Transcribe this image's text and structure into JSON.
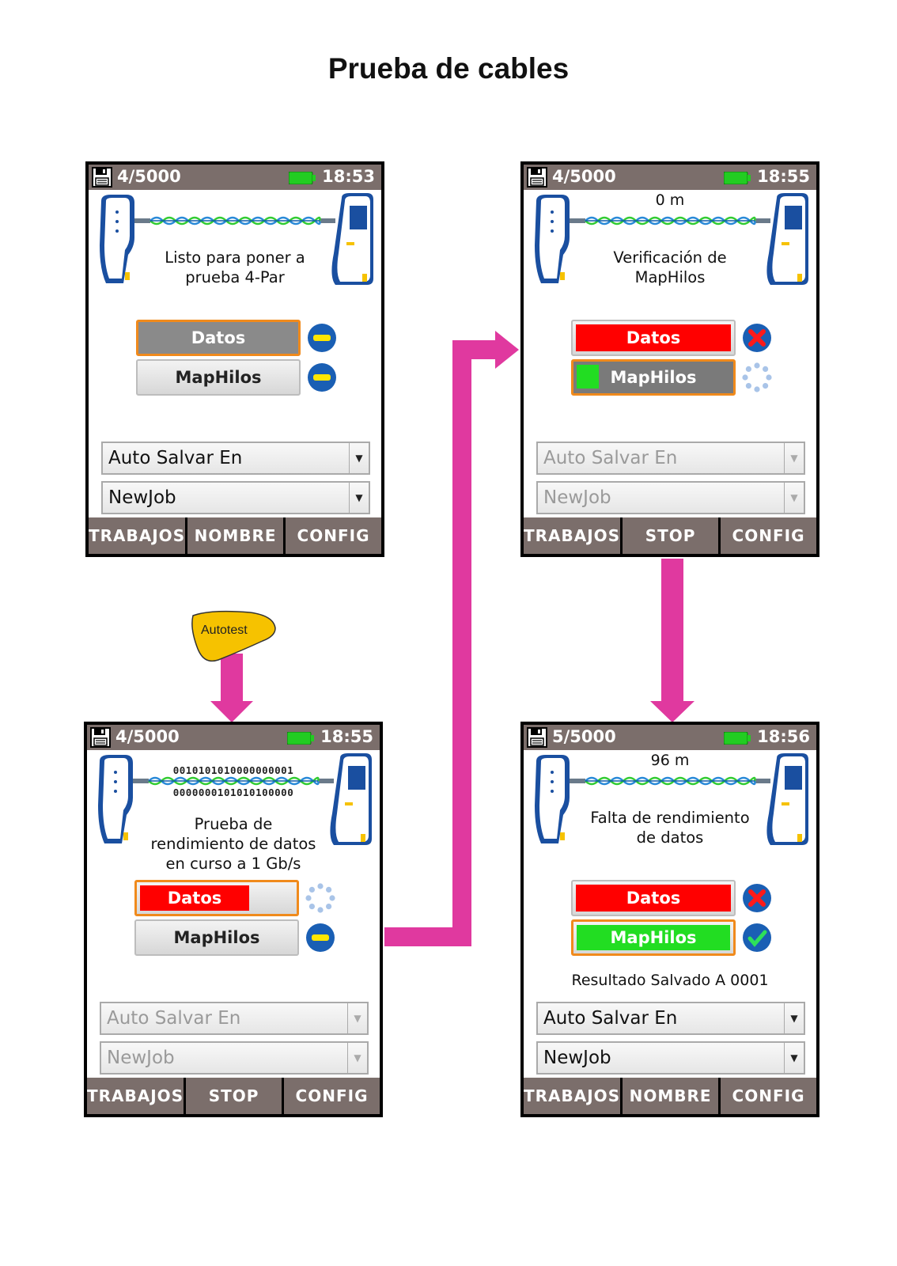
{
  "title": "Prueba de cables",
  "colors": {
    "accent_arrow": "#e0399f",
    "status_bar": "#7b6e6b",
    "select_border": "#f08a1c",
    "fail": "#ff0000",
    "pass": "#22dd22",
    "device": "#1a4fa0",
    "battery": "#22cc22",
    "autotest": "#f6c200"
  },
  "autotest": {
    "label": "Autotest"
  },
  "screens": [
    {
      "id": "ready",
      "count": "4/5000",
      "time": "18:53",
      "distance": "",
      "bits_top": "",
      "bits_bottom": "",
      "message_lines": [
        "Listo para poner a",
        "prueba 4-Par"
      ],
      "buttons": [
        {
          "label": "Datos",
          "selected": true,
          "fill": "none",
          "indicator": "minus-icon"
        },
        {
          "label": "MapHilos",
          "selected": false,
          "fill": "none",
          "indicator": "minus-icon"
        }
      ],
      "result": "",
      "dropdowns": [
        {
          "value": "Auto Salvar En",
          "enabled": true
        },
        {
          "value": "NewJob",
          "enabled": true
        }
      ],
      "softkeys": [
        "TRABAJOS",
        "NOMBRE",
        "CONFIG"
      ]
    },
    {
      "id": "running",
      "count": "4/5000",
      "time": "18:55",
      "distance": "",
      "bits_top": "0010101010000000001",
      "bits_bottom": "0000000101010100000",
      "message_lines": [
        "Prueba de",
        "rendimiento de datos",
        "en curso a 1 Gb/s"
      ],
      "buttons": [
        {
          "label": "Datos",
          "selected": true,
          "fill": "red",
          "indicator": "spinner-icon"
        },
        {
          "label": "MapHilos",
          "selected": false,
          "fill": "none",
          "indicator": "minus-icon"
        }
      ],
      "result": "",
      "dropdowns": [
        {
          "value": "Auto Salvar En",
          "enabled": false
        },
        {
          "value": "NewJob",
          "enabled": false
        }
      ],
      "softkeys": [
        "TRABAJOS",
        "STOP",
        "CONFIG"
      ]
    },
    {
      "id": "wiremap",
      "count": "4/5000",
      "time": "18:55",
      "distance": "0 m",
      "bits_top": "",
      "bits_bottom": "",
      "message_lines": [
        "Verificación de",
        "MapHilos"
      ],
      "buttons": [
        {
          "label": "Datos",
          "selected": false,
          "fill": "red",
          "indicator": "fail-icon"
        },
        {
          "label": "MapHilos",
          "selected": true,
          "fill": "green-partial",
          "indicator": "spinner-icon"
        }
      ],
      "result": "",
      "dropdowns": [
        {
          "value": "Auto Salvar En",
          "enabled": false
        },
        {
          "value": "NewJob",
          "enabled": false
        }
      ],
      "softkeys": [
        "TRABAJOS",
        "STOP",
        "CONFIG"
      ]
    },
    {
      "id": "done",
      "count": "5/5000",
      "time": "18:56",
      "distance": "96 m",
      "bits_top": "",
      "bits_bottom": "",
      "message_lines": [
        "Falta de rendimiento",
        "de datos"
      ],
      "buttons": [
        {
          "label": "Datos",
          "selected": false,
          "fill": "red",
          "indicator": "fail-icon"
        },
        {
          "label": "MapHilos",
          "selected": true,
          "fill": "green",
          "indicator": "pass-icon"
        }
      ],
      "result": "Resultado Salvado A 0001",
      "dropdowns": [
        {
          "value": "Auto Salvar En",
          "enabled": true
        },
        {
          "value": "NewJob",
          "enabled": true
        }
      ],
      "softkeys": [
        "TRABAJOS",
        "NOMBRE",
        "CONFIG"
      ]
    }
  ]
}
